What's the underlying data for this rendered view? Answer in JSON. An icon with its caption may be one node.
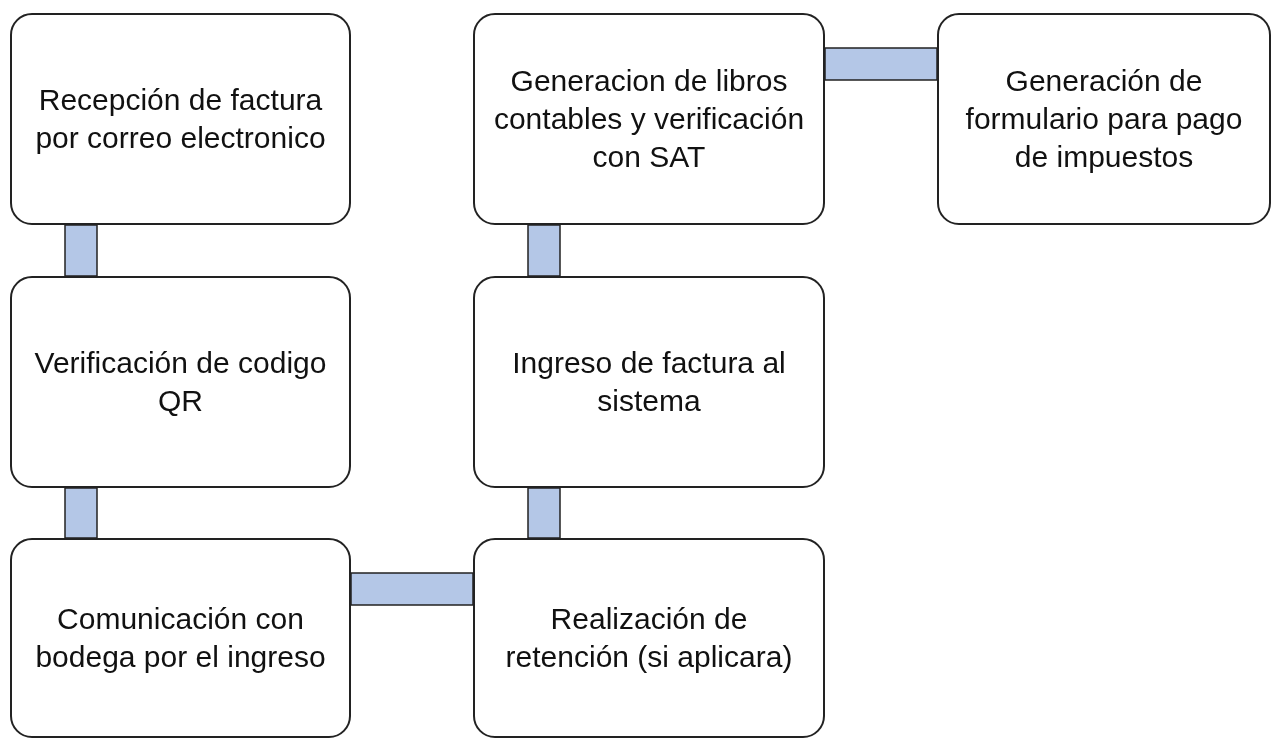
{
  "diagram": {
    "nodes": [
      {
        "text": [
          "Recepción de factura por correo electronico"
        ]
      },
      {
        "text": [
          "Verificación de codigo QR"
        ]
      },
      {
        "text": [
          "Comunicación con bodega por el ingreso"
        ]
      },
      {
        "text": [
          "Realización de retención (si aplicara)"
        ]
      },
      {
        "text": [
          "Ingreso de factura al sistema"
        ]
      },
      {
        "text": [
          "Generacion de libros contables y verificación con SAT"
        ]
      },
      {
        "text": [
          "Generación de formulario para pago de impuestos"
        ]
      }
    ],
    "edges": [
      {
        "from": 0,
        "to": 1,
        "arrow": "none"
      },
      {
        "from": 1,
        "to": 2,
        "arrow": "none"
      },
      {
        "from": 2,
        "to": 3,
        "arrow": "none"
      },
      {
        "from": 3,
        "to": 4,
        "arrow": "none"
      },
      {
        "from": 4,
        "to": 5,
        "arrow": "none"
      },
      {
        "from": 5,
        "to": 6,
        "arrow": "none"
      }
    ]
  }
}
